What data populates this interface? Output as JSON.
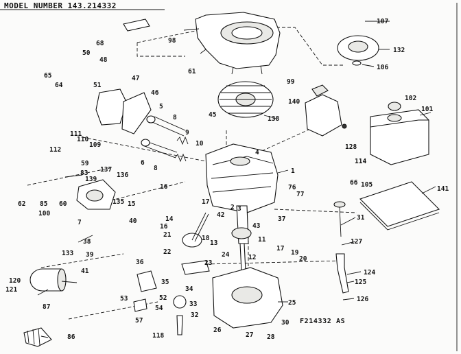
{
  "header": {
    "title": "MODEL NUMBER 143.214332"
  },
  "footer": {
    "code": "F214332 AS"
  },
  "callouts": {
    "c1": "1",
    "c2": "2",
    "c3": "3",
    "c4": "4",
    "c5": "5",
    "c6": "6",
    "c7": "7",
    "c8": "8",
    "c8b": "8",
    "c9": "9",
    "c10": "10",
    "c11": "11",
    "c12": "12",
    "c13": "13",
    "c14": "14",
    "c15": "15",
    "c16": "16",
    "c16b": "16",
    "c17": "17",
    "c17b": "17",
    "c18": "18",
    "c19": "19",
    "c20": "20",
    "c21": "21",
    "c22": "22",
    "c23": "23",
    "c24": "24",
    "c25": "25",
    "c26": "26",
    "c27": "27",
    "c28": "28",
    "c30": "30",
    "c31": "31",
    "c32": "32",
    "c33": "33",
    "c34": "34",
    "c35": "35",
    "c36": "36",
    "c37": "37",
    "c38": "38",
    "c39": "39",
    "c40": "40",
    "c41": "41",
    "c42": "42",
    "c43": "43",
    "c45": "45",
    "c46": "46",
    "c47": "47",
    "c48": "48",
    "c50": "50",
    "c51": "51",
    "c52": "52",
    "c53": "53",
    "c54": "54",
    "c57": "57",
    "c59": "59",
    "c60": "60",
    "c61": "61",
    "c62": "62",
    "c64": "64",
    "c65": "65",
    "c66": "66",
    "c68": "68",
    "c76": "76",
    "c77": "77",
    "c83": "83",
    "c85": "85",
    "c86": "86",
    "c87": "87",
    "c98": "98",
    "c99": "99",
    "c100": "100",
    "c101": "101",
    "c102": "102",
    "c105": "105",
    "c106": "106",
    "c107": "107",
    "c109": "109",
    "c110": "110",
    "c111": "111",
    "c112": "112",
    "c114": "114",
    "c118": "118",
    "c120": "120",
    "c121": "121",
    "c124": "124",
    "c125": "125",
    "c126": "126",
    "c127": "127",
    "c128": "128",
    "c132": "132",
    "c133": "133",
    "c135": "135",
    "c136": "136",
    "c137": "137",
    "c138": "138",
    "c139": "139",
    "c140": "140",
    "c141": "141"
  }
}
